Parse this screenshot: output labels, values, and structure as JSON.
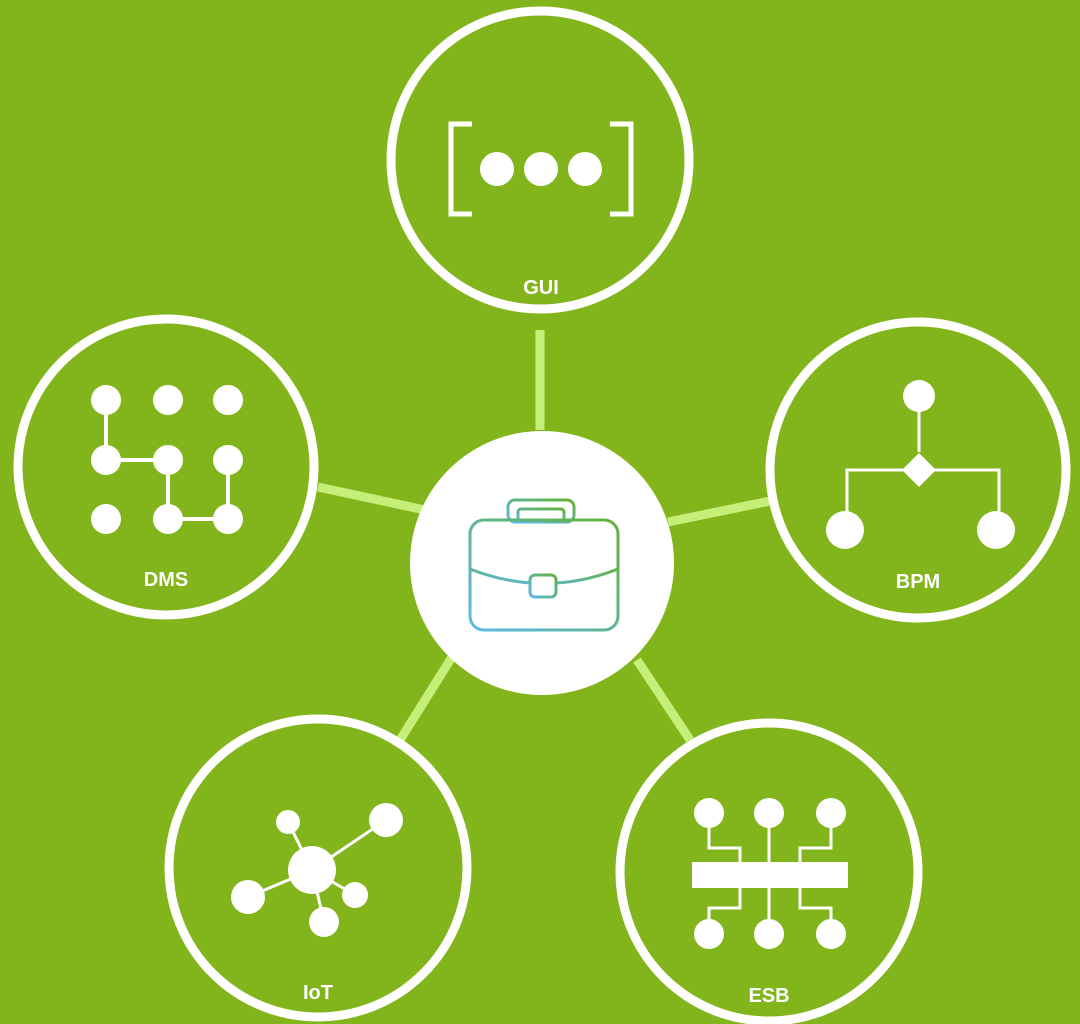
{
  "diagram": {
    "background": "#82b51b",
    "connector_color": "#c5ef78",
    "node_stroke_color": "#ffffff",
    "hub": {
      "icon": "briefcase-icon",
      "fill": "#ffffff",
      "icon_gradient": [
        "#5bb8e8",
        "#64b23a"
      ]
    },
    "nodes": [
      {
        "id": "gui",
        "label": "GUI",
        "icon": "ellipsis-brackets-icon"
      },
      {
        "id": "dms",
        "label": "DMS",
        "icon": "dot-grid-path-icon"
      },
      {
        "id": "bpm",
        "label": "BPM",
        "icon": "process-flow-icon"
      },
      {
        "id": "iot",
        "label": "IoT",
        "icon": "network-hub-icon"
      },
      {
        "id": "esb",
        "label": "ESB",
        "icon": "service-bus-icon"
      }
    ]
  }
}
